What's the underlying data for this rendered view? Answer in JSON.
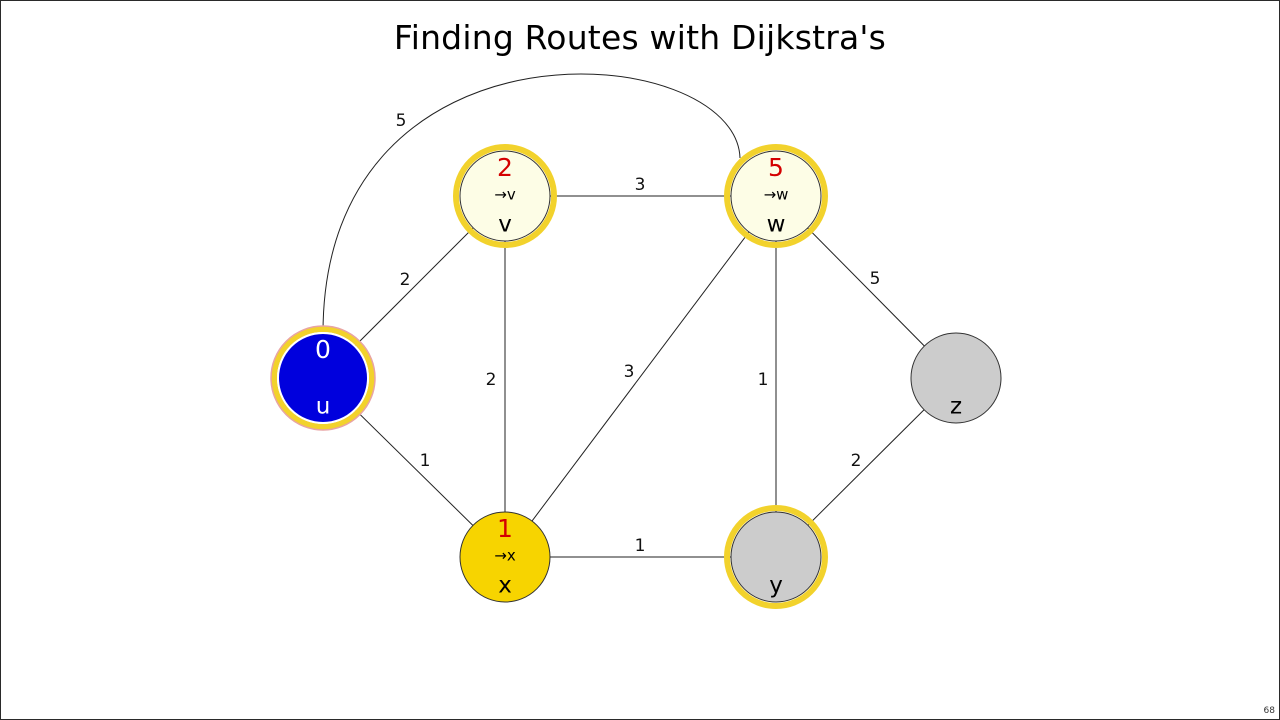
{
  "title": "Finding Routes with Dijkstra's",
  "page_number": "68",
  "colors": {
    "visited_fill": "#0000dd",
    "current_fill": "#f7d400",
    "frontier_fill": "#fdfde6",
    "unvisited_fill": "#cccccc",
    "highlight_ring": "#f2d22c",
    "distance_text": "#d40000"
  },
  "nodes": [
    {
      "id": "u",
      "name": "u",
      "distance": "0",
      "predecessor": "",
      "state": "visited"
    },
    {
      "id": "v",
      "name": "v",
      "distance": "2",
      "predecessor": "→v",
      "state": "frontier"
    },
    {
      "id": "w",
      "name": "w",
      "distance": "5",
      "predecessor": "→w",
      "state": "frontier"
    },
    {
      "id": "x",
      "name": "x",
      "distance": "1",
      "predecessor": "→x",
      "state": "current"
    },
    {
      "id": "y",
      "name": "y",
      "distance": "",
      "predecessor": "",
      "state": "unvisited-highlighted"
    },
    {
      "id": "z",
      "name": "z",
      "distance": "",
      "predecessor": "",
      "state": "unvisited"
    }
  ],
  "edges": [
    {
      "from": "u",
      "to": "w",
      "weight": "5"
    },
    {
      "from": "u",
      "to": "v",
      "weight": "2"
    },
    {
      "from": "u",
      "to": "x",
      "weight": "1"
    },
    {
      "from": "v",
      "to": "w",
      "weight": "3"
    },
    {
      "from": "v",
      "to": "x",
      "weight": "2"
    },
    {
      "from": "x",
      "to": "w",
      "weight": "3"
    },
    {
      "from": "x",
      "to": "y",
      "weight": "1"
    },
    {
      "from": "w",
      "to": "y",
      "weight": "1"
    },
    {
      "from": "w",
      "to": "z",
      "weight": "5"
    },
    {
      "from": "y",
      "to": "z",
      "weight": "2"
    }
  ]
}
